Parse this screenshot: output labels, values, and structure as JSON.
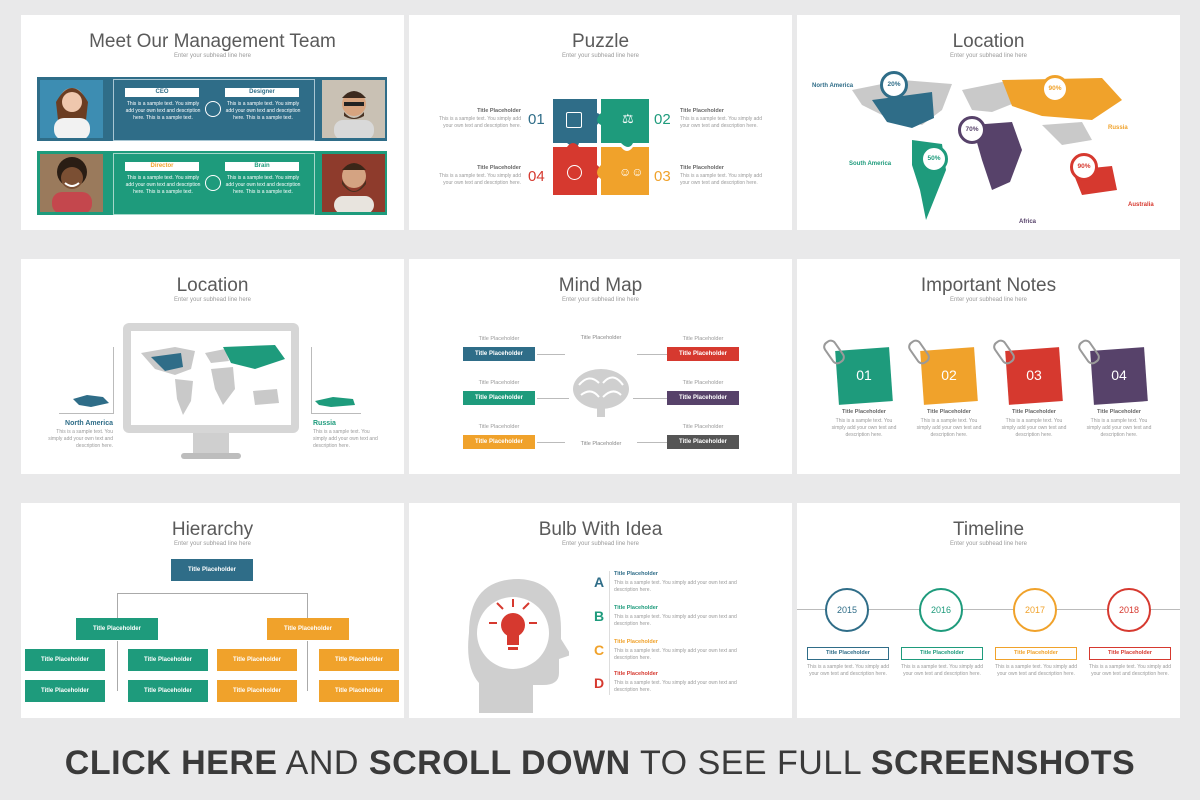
{
  "colors": {
    "teal": "#35827f",
    "green": "#1e9b7c",
    "blue": "#2f6d88",
    "orange": "#f0a22b",
    "red": "#d6392f",
    "purple": "#57426a",
    "bg": "#e9e9ea"
  },
  "subhead": "Enter your subhead line here",
  "team": {
    "title": "Meet Our Management Team",
    "roles": [
      "CEO",
      "Designer",
      "Director",
      "Brain"
    ],
    "body": "This is a sample text. You simply add your own text and description here. This is a sample text."
  },
  "puzzle": {
    "title": "Puzzle",
    "numbers": [
      "01",
      "02",
      "03",
      "04"
    ],
    "item_title": "Title Placeholder",
    "item_body": "This is a sample text. You simply add your own text and description here.",
    "icons": [
      "edit-icon",
      "flask-icon",
      "people-icon",
      "globe-icon"
    ]
  },
  "location_map": {
    "title": "Location",
    "pins": [
      {
        "label": "North America",
        "value": "20%"
      },
      {
        "label": "South America",
        "value": "50%"
      },
      {
        "label": "Africa",
        "value": "70%"
      },
      {
        "label": "Russia",
        "value": "90%"
      },
      {
        "label": "Australia",
        "value": "90%"
      }
    ]
  },
  "location_monitor": {
    "title": "Location",
    "left_label": "North America",
    "right_label": "Russia",
    "body": "This is a sample text. You simply add your own text and description here."
  },
  "mindmap": {
    "title": "Mind Map",
    "top_label": "Title Placeholder",
    "bottom_label": "Title Placeholder",
    "small_label": "Title Placeholder",
    "box_label": "Title Placeholder"
  },
  "notes": {
    "title": "Important Notes",
    "numbers": [
      "01",
      "02",
      "03",
      "04"
    ],
    "item_title": "Title Placeholder",
    "item_body": "This is a sample text. You simply add your own text and description here."
  },
  "hierarchy": {
    "title": "Hierarchy",
    "box_label": "Title Placeholder"
  },
  "bulb": {
    "title": "Bulb With Idea",
    "letters": [
      "A",
      "B",
      "C",
      "D"
    ],
    "item_title": "Title Placeholder",
    "item_body": "This is a sample text. You simply add your own text and description here."
  },
  "timeline": {
    "title": "Timeline",
    "years": [
      "2015",
      "2016",
      "2017",
      "2018"
    ],
    "item_title": "Title Placeholder",
    "item_body": "This is a sample text. You simply add your own text and description here."
  },
  "banner": {
    "part1": "CLICK HERE",
    "part2": "AND",
    "part3": "SCROLL DOWN",
    "part4": "TO SEE FULL",
    "part5": "SCREENSHOTS"
  }
}
